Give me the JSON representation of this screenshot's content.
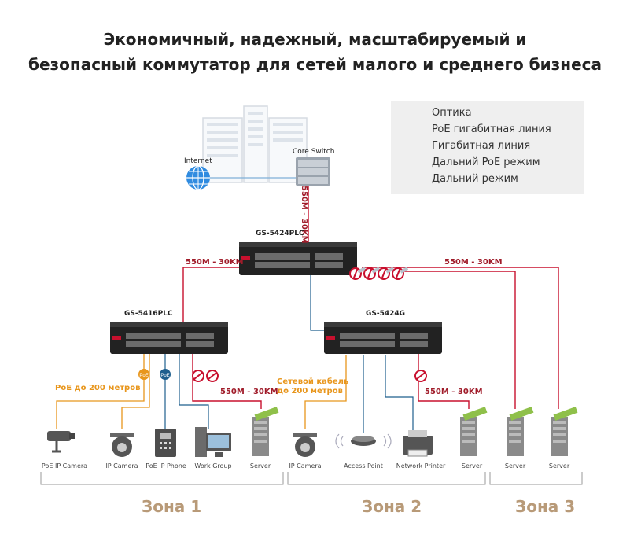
{
  "title": {
    "line1": "Экономичный, надежный, масштабируемый и",
    "line2": "безопасный коммутатор для сетей малого и среднего бизнеса"
  },
  "legend": [
    {
      "label": "Оптика",
      "kind": "fiber",
      "color": "#c8102e"
    },
    {
      "label": "PoE гигабитная линия",
      "kind": "poe-gigabit",
      "color": "#1e5f8e"
    },
    {
      "label": "Гигабитная линия",
      "kind": "gigabit",
      "color": "#1e5f8e"
    },
    {
      "label": "Дальний PoE режим",
      "kind": "long-poe",
      "color": "#e8961c"
    },
    {
      "label": "Дальний режим",
      "kind": "long",
      "color": "#e8961c"
    }
  ],
  "top": {
    "internet_label": "Internet",
    "core_switch_label": "Core Switch",
    "uplink_distance": "550M - 30KM"
  },
  "switches": {
    "main": "GS-5424PLC",
    "left": "GS-5416PLC",
    "right": "GS-5424G"
  },
  "distances": {
    "main_left": "550M - 30KM",
    "main_right": "550M - 30KM",
    "left_server": "550M - 30KM",
    "right_server": "550M - 30KM"
  },
  "notes": {
    "poe_200": "PoE до 200 метров",
    "cable_200": "Сетевой кабель до 200 метров"
  },
  "badges": {
    "poe": "PoE"
  },
  "devices": [
    {
      "label": "PoE IP Camera",
      "icon": "ip-camera-icon"
    },
    {
      "label": "IP Camera",
      "icon": "dome-camera-icon"
    },
    {
      "label": "PoE IP Phone",
      "icon": "ip-phone-icon"
    },
    {
      "label": "Work Group",
      "icon": "workstation-icon"
    },
    {
      "label": "Server",
      "icon": "server-icon"
    },
    {
      "label": "IP Camera",
      "icon": "dome-camera-icon"
    },
    {
      "label": "Access Point",
      "icon": "access-point-icon"
    },
    {
      "label": "Network Printer",
      "icon": "printer-icon"
    },
    {
      "label": "Server",
      "icon": "server-icon"
    },
    {
      "label": "Server",
      "icon": "server-icon"
    },
    {
      "label": "Server",
      "icon": "server-icon"
    }
  ],
  "zones": [
    "Зона 1",
    "Зона 2",
    "Зона 3"
  ]
}
